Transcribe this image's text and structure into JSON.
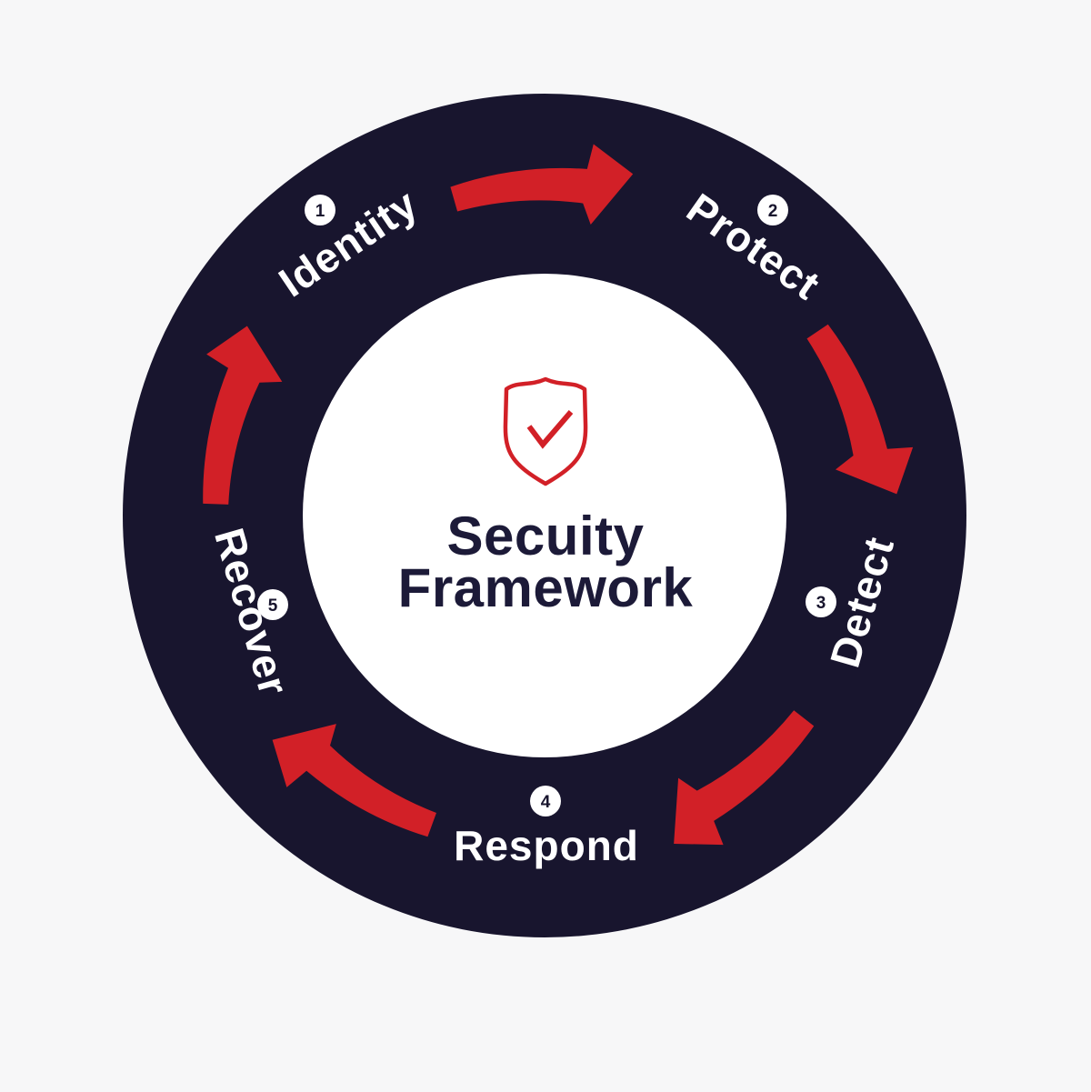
{
  "diagram": {
    "name": "security-framework-cycle",
    "colors": {
      "background": "#f7f7f8",
      "ring": "#18152e",
      "accent_red": "#d22027",
      "label_white": "#ffffff",
      "title_navy": "#1c1a38"
    },
    "center": {
      "icon": "shield-check-icon",
      "title_line1": "Secuity",
      "title_line2": "Framework"
    },
    "steps": [
      {
        "number": "1",
        "label": "Identity"
      },
      {
        "number": "2",
        "label": "Protect"
      },
      {
        "number": "3",
        "label": "Detect"
      },
      {
        "number": "4",
        "label": "Respond"
      },
      {
        "number": "5",
        "label": "Recover"
      }
    ]
  }
}
